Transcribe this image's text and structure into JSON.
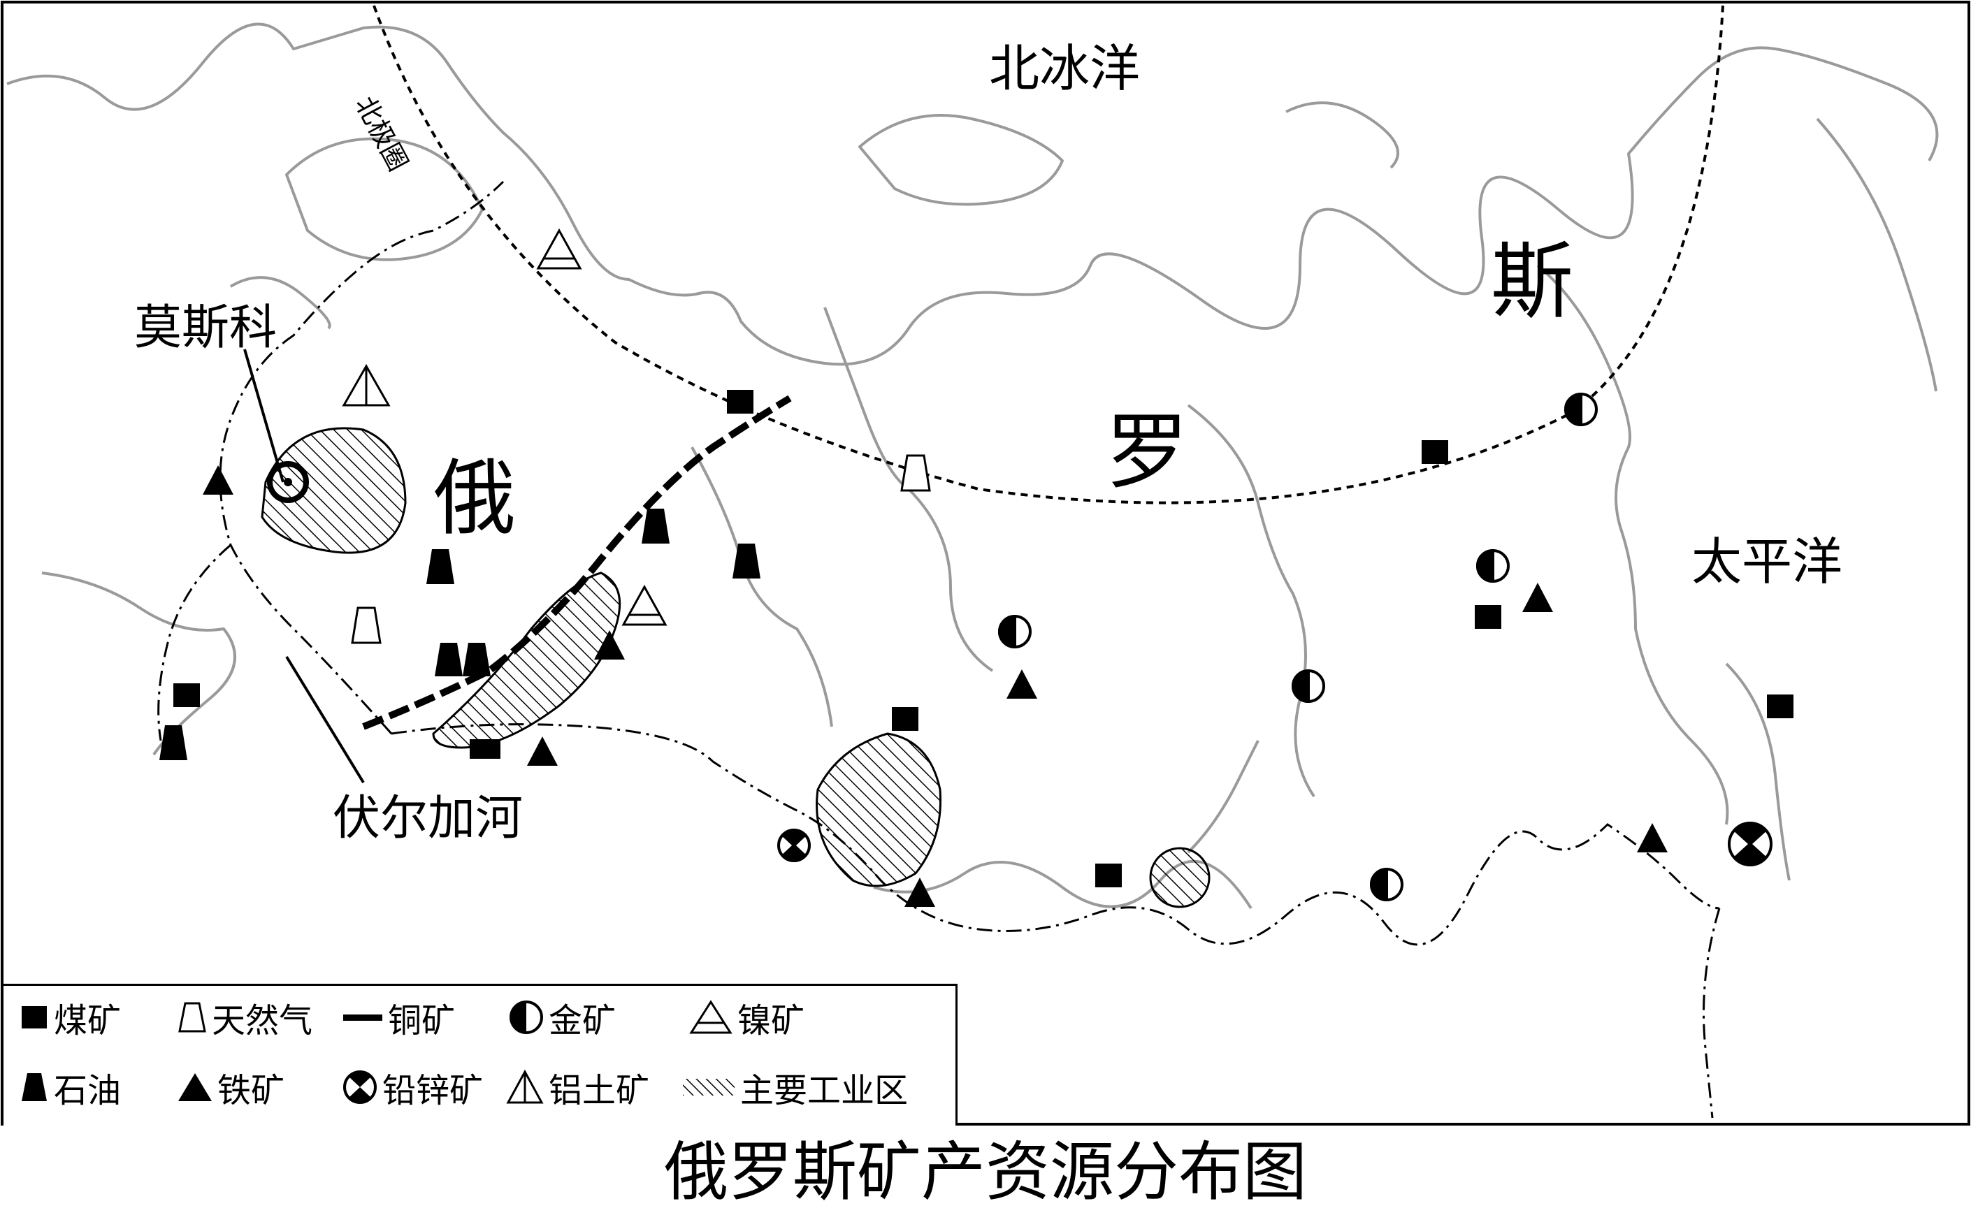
{
  "title": "俄罗斯矿产资源分布图",
  "labels": {
    "arctic_ocean": "北冰洋",
    "pacific_ocean": "太平洋",
    "country_char_1": "俄",
    "country_char_2": "罗",
    "country_char_3": "斯",
    "moscow": "莫斯科",
    "volga": "伏尔加河",
    "arctic_circle": "北极圈"
  },
  "legend": [
    {
      "symbol": "coal",
      "label": "煤矿"
    },
    {
      "symbol": "natural-gas",
      "label": "天然气"
    },
    {
      "symbol": "copper",
      "label": "铜矿"
    },
    {
      "symbol": "gold",
      "label": "金矿"
    },
    {
      "symbol": "nickel",
      "label": "镍矿"
    },
    {
      "symbol": "oil",
      "label": "石油"
    },
    {
      "symbol": "iron",
      "label": "铁矿"
    },
    {
      "symbol": "lead-zinc",
      "label": "铅锌矿"
    },
    {
      "symbol": "bauxite",
      "label": "铝土矿"
    },
    {
      "symbol": "industrial-zone",
      "label": "主要工业区"
    }
  ],
  "style": {
    "ink": "#000000",
    "coastline": "#9a9a9a",
    "background": "#ffffff"
  }
}
